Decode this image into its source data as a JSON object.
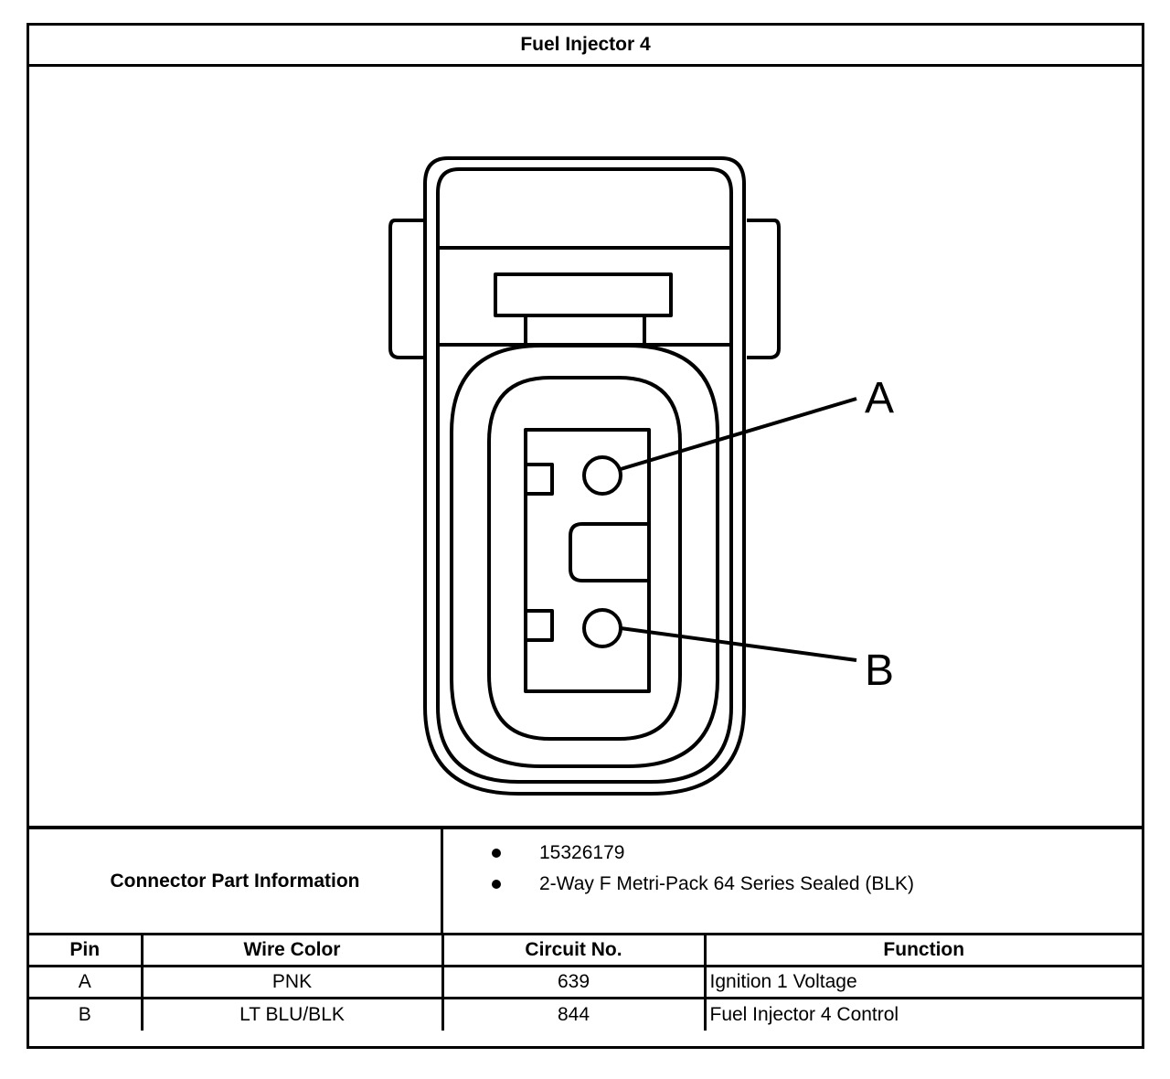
{
  "title": "Fuel Injector 4",
  "diagram": {
    "pin_labels": [
      "A",
      "B"
    ]
  },
  "connector_info": {
    "label": "Connector Part Information",
    "items": [
      "15326179",
      "2-Way F Metri-Pack 64 Series Sealed (BLK)"
    ]
  },
  "table": {
    "headers": [
      "Pin",
      "Wire Color",
      "Circuit No.",
      "Function"
    ],
    "rows": [
      [
        "A",
        "PNK",
        "639",
        "Ignition 1 Voltage"
      ],
      [
        "B",
        "LT BLU/BLK",
        "844",
        "Fuel Injector 4 Control"
      ]
    ]
  }
}
